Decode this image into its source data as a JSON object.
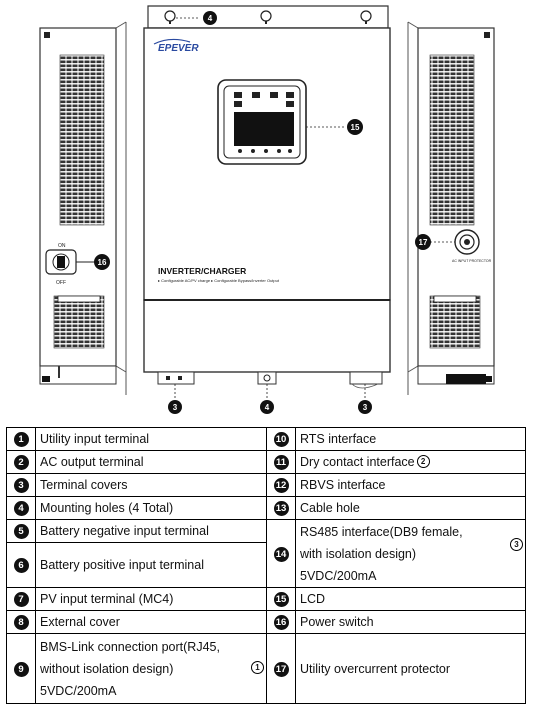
{
  "device": {
    "brand": "EPEVER",
    "front_title": "INVERTER/CHARGER",
    "front_subtitle": "▸ Configurable AC/PV charge  ▸ Configurable Bypass/Inverter Output",
    "switch_on": "ON",
    "switch_off": "OFF",
    "protector_label": "AC INPUT PROTECTOR",
    "callouts": {
      "c4_top": "4",
      "c15": "15",
      "c16": "16",
      "c17": "17",
      "c3_left": "3",
      "c4_bottom": "4",
      "c3_right": "3"
    }
  },
  "legend": {
    "rows": [
      {
        "n1": "1",
        "l1": "Utility input terminal",
        "n2": "10",
        "l2": "RTS interface"
      },
      {
        "n1": "2",
        "l1": "AC output terminal",
        "n2": "11",
        "l2": "Dry contact interface",
        "l2_note": "2"
      },
      {
        "n1": "3",
        "l1": "Terminal covers",
        "n2": "12",
        "l2": "RBVS interface"
      },
      {
        "n1": "4",
        "l1": "Mounting holes (4 Total)",
        "n2": "13",
        "l2": "Cable hole"
      },
      {
        "n1": "5",
        "l1": "Battery negative input terminal",
        "n2": "14",
        "l2_lines": [
          "RS485 interface(DB9 female,",
          "with isolation design)",
          "5VDC/200mA"
        ],
        "l2_note": "3"
      },
      {
        "n1": "6",
        "l1": "Battery positive input terminal"
      },
      {
        "n1": "7",
        "l1": "PV input terminal (MC4)",
        "n2": "15",
        "l2": "LCD"
      },
      {
        "n1": "8",
        "l1": "External cover",
        "n2": "16",
        "l2": "Power switch"
      },
      {
        "n1": "9",
        "l1_lines": [
          "BMS-Link connection port(RJ45,",
          "without isolation design)",
          "5VDC/200mA"
        ],
        "l1_note": "1",
        "n2": "17",
        "l2": "Utility overcurrent protector"
      }
    ]
  }
}
